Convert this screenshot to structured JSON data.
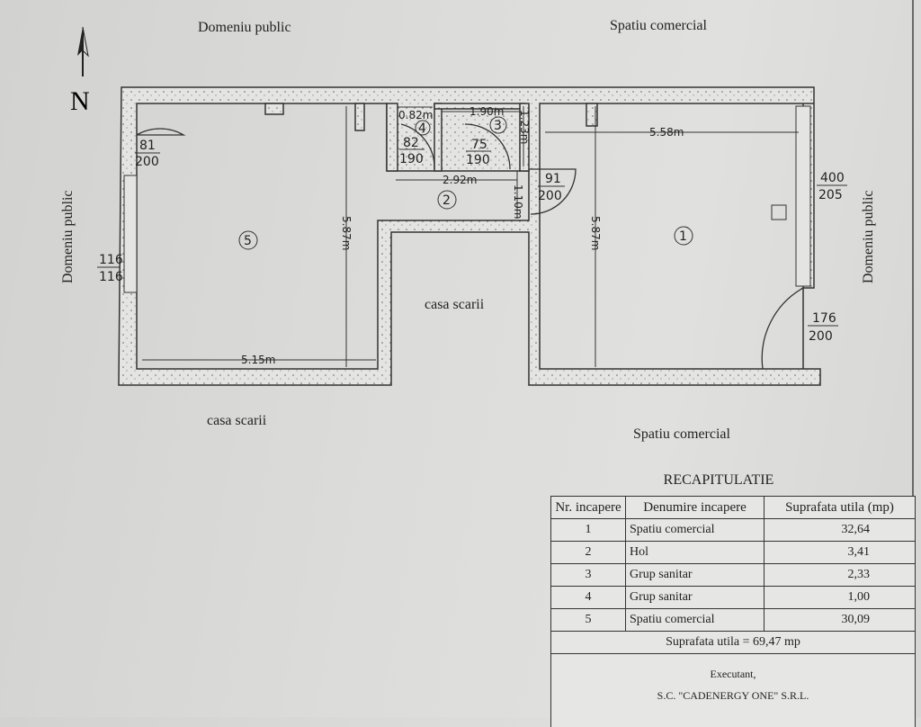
{
  "surroundings": {
    "top_left": "Domeniu public",
    "top_right": "Spatiu comercial",
    "left": "Domeniu public",
    "right": "Domeniu public",
    "bottom_left": "casa scarii",
    "bottom_right": "Spatiu comercial",
    "stair_center": "casa scarii"
  },
  "north": "N",
  "rooms": {
    "r1": "1",
    "r2": "2",
    "r3": "3",
    "r4": "4",
    "r5": "5"
  },
  "dimensions": {
    "r5_width": "5.15m",
    "r5_height": "5.87m",
    "r1_width": "5.58m",
    "r1_height": "5.87m",
    "hol_width": "2.92m",
    "hol_height": "1.10m",
    "r3_width": "1.90m",
    "r3_height": "1.23m",
    "r4_width": "0.82m"
  },
  "doors": [
    {
      "w": "81",
      "h": "200"
    },
    {
      "w": "116",
      "h": "116"
    },
    {
      "w": "82",
      "h": "190"
    },
    {
      "w": "75",
      "h": "190"
    },
    {
      "w": "91",
      "h": "200"
    },
    {
      "w": "400",
      "h": "205"
    },
    {
      "w": "176",
      "h": "200"
    }
  ],
  "recap": {
    "title": "RECAPITULATIE",
    "headers": [
      "Nr. incapere",
      "Denumire incapere",
      "Suprafata utila (mp)"
    ],
    "rows": [
      {
        "nr": "1",
        "name": "Spatiu comercial",
        "area": "32,64"
      },
      {
        "nr": "2",
        "name": "Hol",
        "area": "3,41"
      },
      {
        "nr": "3",
        "name": "Grup sanitar",
        "area": "2,33"
      },
      {
        "nr": "4",
        "name": "Grup sanitar",
        "area": "1,00"
      },
      {
        "nr": "5",
        "name": "Spatiu comercial",
        "area": "30,09"
      }
    ],
    "total": "Suprafata utila = 69,47 mp",
    "executant": "Executant,",
    "company": "S.C. \"CADENERGY ONE\" S.R.L."
  }
}
